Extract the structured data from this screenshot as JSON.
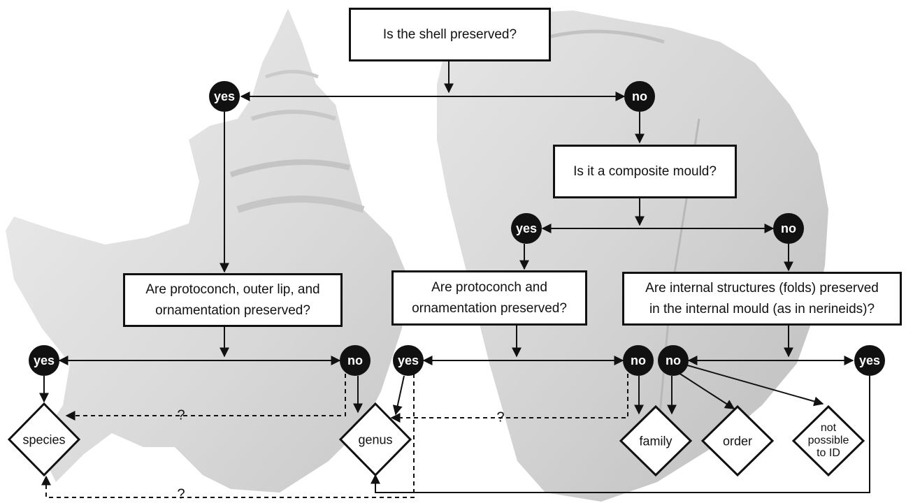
{
  "questions": {
    "shell_preserved": "Is the shell preserved?",
    "composite_mould": "Is it a composite mould?",
    "protoconch_outer_lip": [
      "Are protoconch, outer lip, and",
      "ornamentation preserved?"
    ],
    "protoconch_ornamentation": [
      "Are protoconch and",
      "ornamentation preserved?"
    ],
    "internal_structures": [
      "Are internal structures (folds) preserved",
      "in the internal mould (as in nerineids)?"
    ]
  },
  "answers": {
    "yes": "yes",
    "no": "no"
  },
  "outcomes": {
    "species": "species",
    "genus": "genus",
    "family": "family",
    "order": "order",
    "not_possible": [
      "not",
      "possible",
      "to ID"
    ]
  },
  "uncertain_mark": "?",
  "colors": {
    "ink": "#111111",
    "shell_photo": "#dcdcdc",
    "mould_photo": "#d2d2d2"
  }
}
